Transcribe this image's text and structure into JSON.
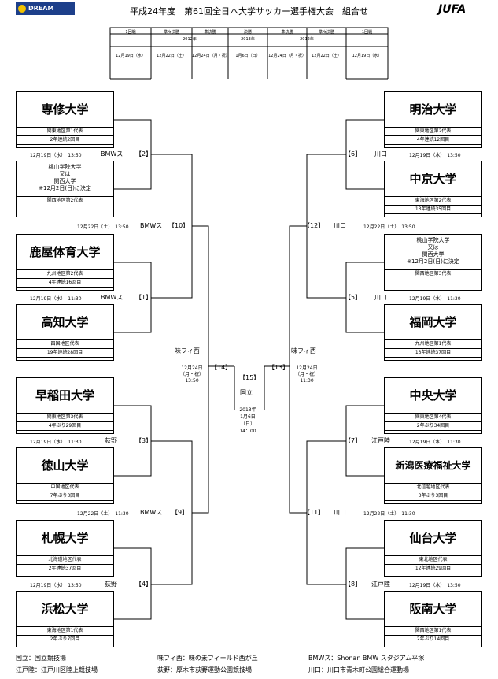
{
  "title": "平成24年度　第61回全日本大学サッカー選手権大会　組合せ",
  "logos": {
    "dream": "DREAM",
    "jufa": "JUFA"
  },
  "header_rounds": [
    "1回戦",
    "準々決勝",
    "準決勝",
    "決勝",
    "準決勝",
    "準々決勝",
    "1回戦"
  ],
  "header_years": [
    "2012年",
    "2013年",
    "2012年"
  ],
  "header_dates": [
    "12月19日（水）",
    "12月22日（土）",
    "12月24日（月・祝）",
    "1月6日（日）",
    "12月24日（月・祝）",
    "12月22日（土）",
    "12月19日（水）"
  ],
  "left_teams": [
    {
      "name": "専修大学",
      "rep": "関東地区第1代表",
      "hist": "2年連続2回目"
    },
    {
      "name_lines": [
        "桃山学院大学",
        "又は",
        "関西大学",
        "※12月2日(日)に決定"
      ],
      "rep": "関西地区第2代表",
      "hist": ""
    },
    {
      "name": "鹿屋体育大学",
      "rep": "九州地区第2代表",
      "hist": "4年連続16回目"
    },
    {
      "name": "高知大学",
      "rep": "四国地区代表",
      "hist": "19年連続28回目"
    },
    {
      "name": "早稲田大学",
      "rep": "関東地区第3代表",
      "hist": "4年ぶり29回目"
    },
    {
      "name": "徳山大学",
      "rep": "中国地区代表",
      "hist": "7年ぶり3回目"
    },
    {
      "name": "札幌大学",
      "rep": "北海道地区代表",
      "hist": "2年連続37回目"
    },
    {
      "name": "浜松大学",
      "rep": "東海地区第1代表",
      "hist": "2年ぶり7回目"
    }
  ],
  "right_teams": [
    {
      "name": "明治大学",
      "rep": "関東地区第2代表",
      "hist": "4年連続12回目"
    },
    {
      "name": "中京大学",
      "rep": "東海地区第2代表",
      "hist": "13年連続35回目"
    },
    {
      "name_lines": [
        "桃山学院大学",
        "又は",
        "関西大学",
        "※12月2日(日)に決定"
      ],
      "rep": "関西地区第3代表",
      "hist": ""
    },
    {
      "name": "福岡大学",
      "rep": "九州地区第1代表",
      "hist": "13年連続37回目"
    },
    {
      "name": "中央大学",
      "rep": "関東地区第4代表",
      "hist": "2年ぶり34回目"
    },
    {
      "name": "新潟医療福祉大学",
      "rep": "北信越地区代表",
      "hist": "3年ぶり3回目"
    },
    {
      "name": "仙台大学",
      "rep": "東北地区代表",
      "hist": "12年連続29回目"
    },
    {
      "name": "阪南大学",
      "rep": "関西地区第1代表",
      "hist": "2年ぶり14回目"
    }
  ],
  "matches": {
    "m2": {
      "info": "12月19日（水）　13:50",
      "venue": "BMWス",
      "no": "【2】"
    },
    "m10": {
      "info": "12月22日（土）　13:50",
      "venue": "BMWス",
      "no": "【10】"
    },
    "m1": {
      "info": "12月19日（水）　11:30",
      "venue": "BMWス",
      "no": "【1】"
    },
    "m3": {
      "info": "12月19日（水）　11:30",
      "venue": "荻野",
      "no": "【3】"
    },
    "m9": {
      "info": "12月22日（土）　11:30",
      "venue": "BMWス",
      "no": "【9】"
    },
    "m4": {
      "info": "12月19日（水）　13:50",
      "venue": "荻野",
      "no": "【4】"
    },
    "m6": {
      "info": "12月19日（水）　13:50",
      "venue": "川口",
      "no": "【6】"
    },
    "m12": {
      "info": "12月22日（土）　13:50",
      "venue": "川口",
      "no": "【12】"
    },
    "m5": {
      "info": "12月19日（水）　11:30",
      "venue": "川口",
      "no": "【5】"
    },
    "m7": {
      "info": "12月19日（水）　11:30",
      "venue": "江戸陸",
      "no": "【7】"
    },
    "m11": {
      "info": "12月22日（土）　11:30",
      "venue": "川口",
      "no": "【11】"
    },
    "m8": {
      "info": "12月19日（水）　13:50",
      "venue": "江戸陸",
      "no": "【8】"
    },
    "m14": {
      "venue": "味フィ西",
      "no": "【14】",
      "date": [
        "12月24日",
        "（月・祝）",
        "13:50"
      ]
    },
    "m13": {
      "venue": "味フィ西",
      "no": "【13】",
      "date": [
        "12月24日",
        "（月・祝）",
        "11:30"
      ]
    },
    "m15": {
      "no": "【15】",
      "venue": "国立",
      "date": [
        "2013年",
        "1月6日",
        "（日）",
        "14：00"
      ]
    }
  },
  "footer": [
    "国立：国立競技場",
    "味フィ西：味の素フィールド西が丘",
    "BMWス：Shonan BMW スタジアム平塚",
    "江戸陸：江戸川区陸上競技場",
    "荻野：厚木市荻野運動公園競技場",
    "川口：川口市青木町公園総合運動場"
  ]
}
